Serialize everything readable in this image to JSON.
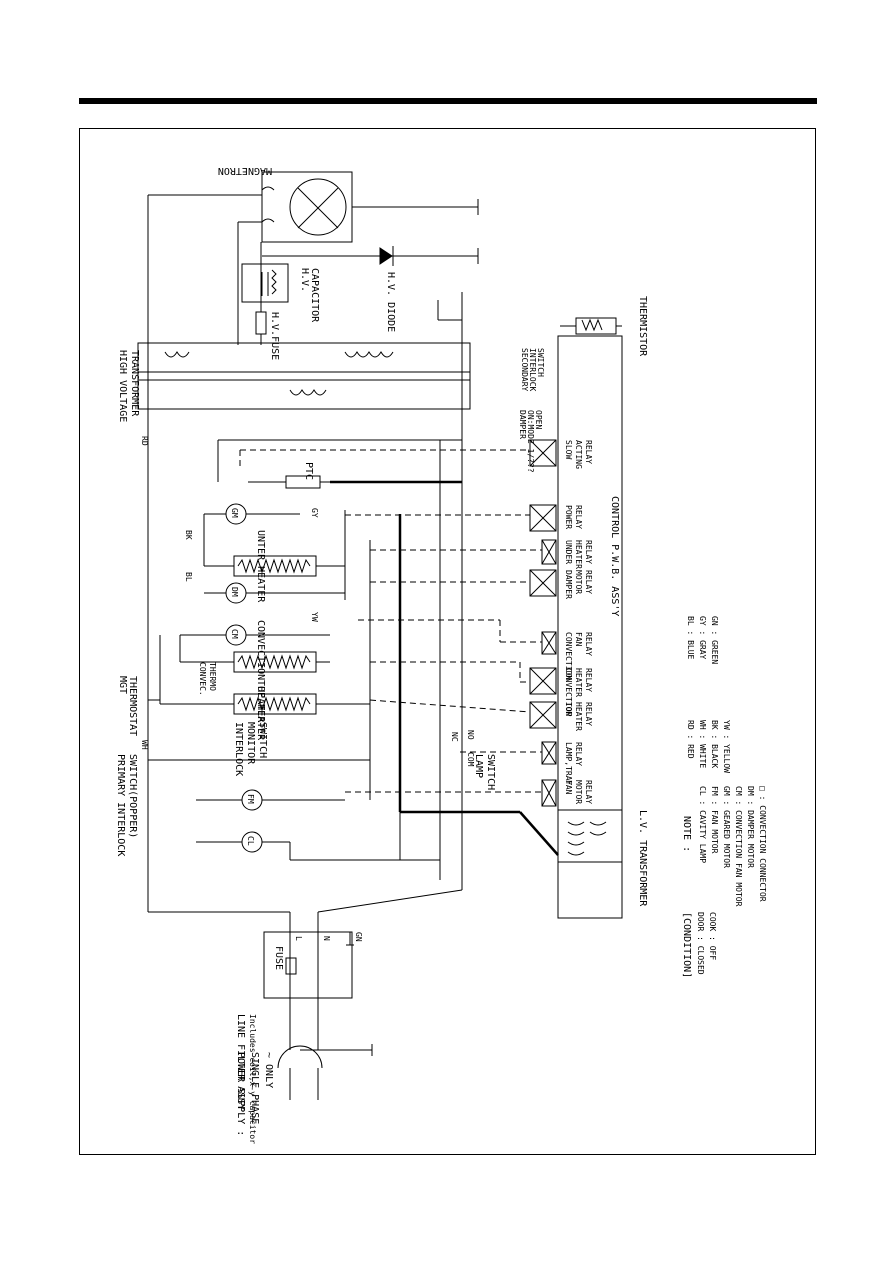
{
  "diagram": {
    "components": {
      "magnetron": "MAGNETRON",
      "hv_capacitor": [
        "H.V.",
        "CAPACITOR"
      ],
      "hv_diode": "H.V. DIODE",
      "hv_fuse": "H.V.FUSE",
      "hv_transformer": [
        "HIGH VOLTAGE",
        "TRANSFORMER"
      ],
      "thermistor": "THERMISTOR",
      "ptc": "PTC",
      "under_heater": "UNTER  HEATER",
      "convection_heater": "CONVECTION  HEATER",
      "top_heater": "TOP HEATER",
      "convec_thermo": [
        "CONVEC.",
        "THERMO"
      ],
      "mgt_thermostat": [
        "MGT",
        "THERMOSTAT"
      ],
      "primary_interlock": [
        "PRIMARY INTERLOCK",
        "SWITCH(POPPER)"
      ],
      "interlock_monitor": [
        "INTERLOCK",
        "MONITOR",
        "SWITCH"
      ],
      "lamp_switch": [
        "LAMP",
        "SWITCH"
      ],
      "secondary_interlock": [
        "SECONDARY",
        "INTERLOCK",
        "SWITCH"
      ],
      "damper_switch": [
        "DAMPER",
        "ON:MODE 1/???",
        "OPEN"
      ],
      "line_filter": [
        "LINE FILTER ASSY",
        "Includes coil,x-y capacitor"
      ],
      "fuse": "FUSE",
      "power_supply": [
        "POWER SUPPLY :",
        "SINGLE PHASE",
        "~ ONLY"
      ],
      "lv_transformer": "L.V. TRANSFORMER",
      "control_pwb": "CONTROL P.W.B. ASS'Y"
    },
    "motors": [
      "GM",
      "DM",
      "CM",
      "FM",
      "CL"
    ],
    "relays": [
      [
        "SLOW",
        "ACTING",
        "RELAY"
      ],
      [
        "POWER",
        "RELAY"
      ],
      [
        "UNDER",
        "HEATER",
        "RELAY"
      ],
      [
        "DAMPER",
        "MOTOR",
        "RELAY"
      ],
      [
        "CONVECTION",
        "FAN",
        "RELAY"
      ],
      [
        "CONVECTION",
        "HEATER",
        "RELAY"
      ],
      [
        "TOP",
        "HEATER",
        "RELAY"
      ],
      [
        "LAMP,TRAY",
        "RELAY"
      ],
      [
        "FAN",
        "MOTOR",
        "RELAY"
      ]
    ],
    "wire_labels": {
      "RD": "RD",
      "WH": "WH",
      "BK": "BK",
      "BL": "BL",
      "GY": "GY",
      "YW": "YW",
      "GN": "GN",
      "COM": "COM",
      "NO": "NO",
      "NC": "NC",
      "L": "L",
      "N": "N"
    },
    "note": {
      "heading": "NOTE :",
      "items": [
        "CL : CAVITY LAMP",
        "FM : FAN MOTOR",
        "GM : GEARED MOTOR",
        "CM : CONVECTION FAN MOTOR",
        "DM : DAMPER MOTOR",
        "□ : CONVECTION CONNECTOR"
      ]
    },
    "colors_legend": [
      [
        "RD : RED",
        "WH : WHITE",
        "BK : BLACK",
        "YW : YELLOW"
      ],
      [
        "BL : BLUE",
        "GY : GRAY",
        "GN : GREEN"
      ]
    ],
    "condition": {
      "heading": "[CONDITION]",
      "items": [
        "DOOR : CLOSED",
        "COOK : OFF"
      ]
    }
  }
}
